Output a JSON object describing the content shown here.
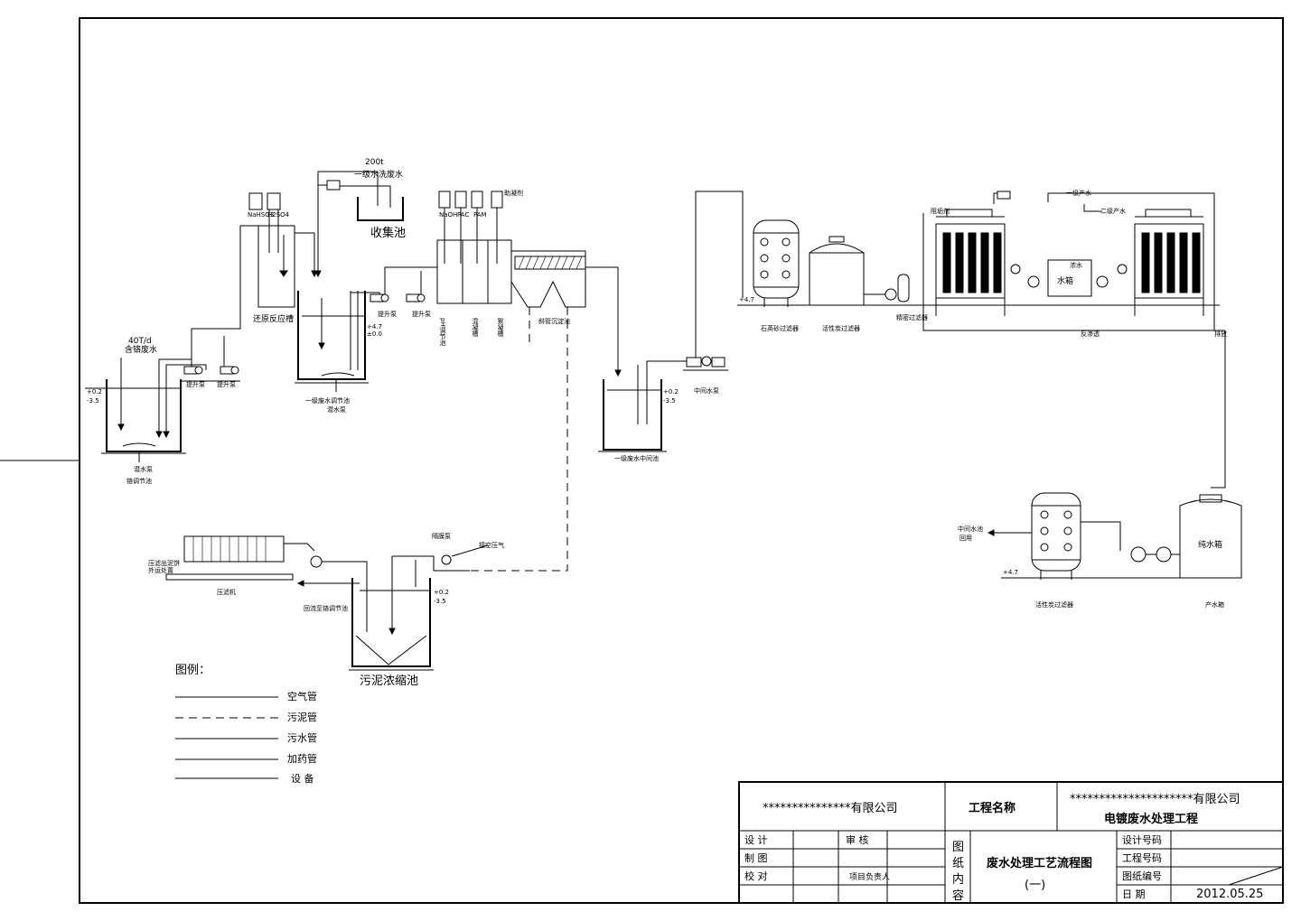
{
  "collection_pool": {
    "volume": "200t",
    "name": "一级水洗废水",
    "title": "收集池"
  },
  "inflow": {
    "rate": "40T/d",
    "desc": "含铬废水"
  },
  "equalization_tank": {
    "lvl1": "+0.2",
    "lvl2": "-3.5",
    "pump": "潜水泵",
    "name": "铬调节池"
  },
  "lift_pumps": [
    "提升泵",
    "提升泵"
  ],
  "reduction_tank": {
    "name": "还原反应槽",
    "chem1": "NaHSO3",
    "chem2": "H2SO4"
  },
  "effluent_tank1": {
    "lvl1": "+4.7",
    "lvl2": "±0.0",
    "name": "一级废水调节池",
    "pump": "潜水泵"
  },
  "lift_pumps_2": [
    "提升泵",
    "提升泵"
  ],
  "reaction_tanks": [
    "pH调节池",
    "混凝槽",
    "絮凝槽"
  ],
  "reaction_chems": [
    "NaOH",
    "PAC",
    "PAM",
    "助凝剂"
  ],
  "settler": "斜管沉淀池",
  "intermediate_tank": {
    "lvl1": "+0.2",
    "lvl2": "-3.5",
    "name": "一级废水中间池",
    "pump": "中间水泵"
  },
  "filter_sand": "石英砂过滤器",
  "filter_carbon": "活性炭过滤器",
  "precision_filter": "精密过滤器",
  "ro_system": {
    "name": "反渗透",
    "water_tank": "水箱",
    "dose1": "阻垢剂",
    "dose2": "一级产水",
    "dose3": "二级产水",
    "flush": "浓水",
    "out": "排放"
  },
  "level_47": "+4.7",
  "product_side": {
    "out_label1": "中间水池",
    "out_label2": "回用",
    "filter": "活性炭过滤器",
    "tank": "纯水箱",
    "tank_label": "产水箱",
    "level": "+4.7"
  },
  "filter_press": {
    "label1": "压滤出泥饼",
    "label2": "外运处置",
    "name": "压滤机",
    "return": "回流至铬调节池"
  },
  "sludge": {
    "pump": "隔膜泵",
    "air": "接空压气",
    "lvl1": "+0.2",
    "lvl2": "-3.5",
    "name": "污泥浓缩池"
  },
  "legend": {
    "title": "图例：",
    "items": [
      "空气管",
      "污泥管",
      "污水管",
      "加药管",
      "设  备"
    ]
  },
  "titleblock": {
    "company_left": "***************有限公司",
    "project_name_label": "工程名称",
    "company_right": "*********************有限公司",
    "project_name": "电镀废水处理工程",
    "design": "设  计",
    "draw": "制  图",
    "check": "校  对",
    "review": "审  核",
    "project_lead": "项目负责人",
    "content_label": [
      "图",
      "纸",
      "内",
      "容"
    ],
    "drawing_title": "废水处理工艺流程图",
    "drawing_sub": "(一)",
    "design_no": "设计号码",
    "project_no": "工程号码",
    "drawing_no": "图纸编号",
    "date_label": "日    期",
    "date": "2012.05.25"
  }
}
